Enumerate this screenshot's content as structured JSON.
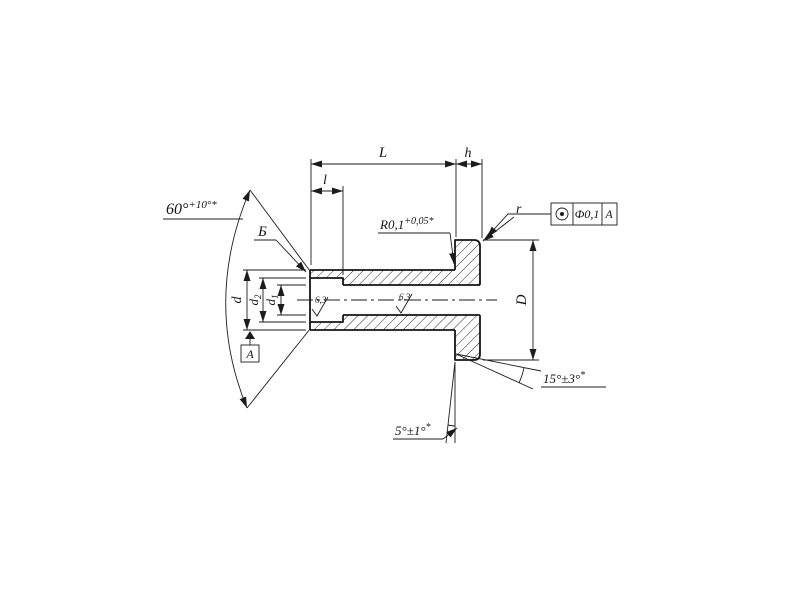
{
  "drawing": {
    "dims": {
      "L": "L",
      "l": "l",
      "h": "h",
      "d": "d",
      "d2_base": "d",
      "d2_sub": "2",
      "d1_base": "d",
      "d1_sub": "1",
      "D": "D"
    },
    "angles": {
      "cone_main": "60°",
      "cone_sup": "+10°*",
      "flange_main": "15°±3°",
      "flange_sup": "*",
      "taper_main": "5°±1°",
      "taper_sup": "*"
    },
    "notes": {
      "fillet_main": "R0,1",
      "fillet_sup": "+0,05*",
      "corner_r": "r",
      "detail": "Б"
    },
    "roughness": {
      "counterbore": "6,3",
      "bore": "6,3"
    },
    "datum": {
      "label": "A"
    },
    "tolerance_frame": {
      "symbol": "concentricity-icon",
      "value": "Ф0,1",
      "datum": "A"
    },
    "colors": {
      "line": "#1c1c1c",
      "background": "#ffffff"
    }
  }
}
